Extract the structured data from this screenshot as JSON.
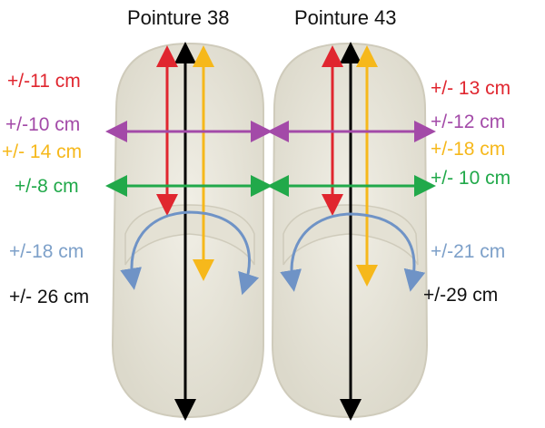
{
  "titles": {
    "left": "Pointure 38",
    "right": "Pointure 43"
  },
  "left_measurements": {
    "red": "+/-11 cm",
    "purple": "+/-10 cm",
    "yellow": "+/- 14 cm",
    "green": "+/-8 cm",
    "blue": "+/-18 cm",
    "black": "+/- 26 cm"
  },
  "right_measurements": {
    "red": "+/- 13 cm",
    "purple": "+/-12 cm",
    "yellow": "+/-18 cm",
    "green": "+/- 10 cm",
    "blue": "+/-21 cm",
    "black": "+/-29 cm"
  },
  "colors": {
    "red": "#e0262f",
    "purple": "#a34aa8",
    "yellow": "#f6b81b",
    "green": "#21a94a",
    "blue": "#6f93c6",
    "black": "#000000",
    "slipper": "#e9e7dc"
  }
}
